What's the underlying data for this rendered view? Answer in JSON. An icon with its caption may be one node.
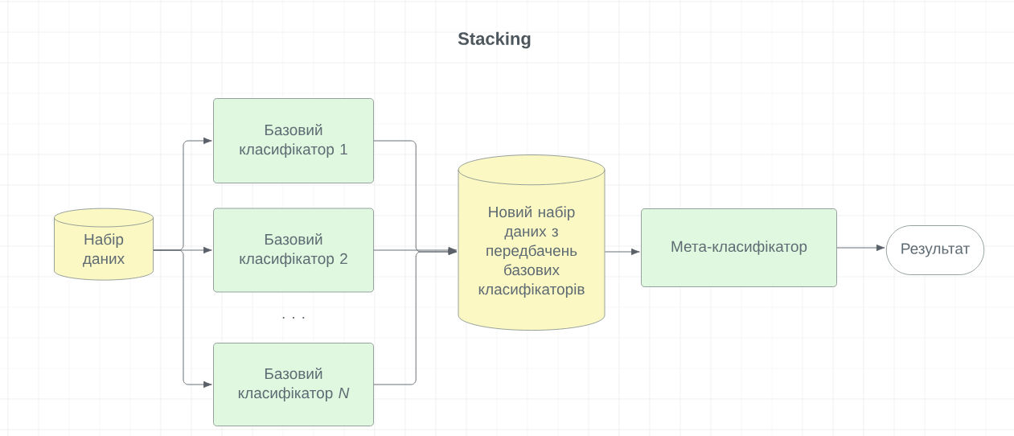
{
  "diagram": {
    "title": "Stacking",
    "nodes": [
      {
        "text": [
          "Набір даних"
        ]
      },
      {
        "text": [
          "Базовий класифікатор 1"
        ]
      },
      {
        "text": [
          "Базовий класифікатор 2"
        ]
      },
      {
        "text": [
          "Базовий класифікатор *N*"
        ]
      },
      {
        "text": [
          "Новий набір даних з передбачень базових класифікаторів"
        ]
      },
      {
        "text": [
          "Мета-класифікатор"
        ]
      },
      {
        "text": [
          "Результат"
        ]
      }
    ],
    "edges": [
      {
        "from": 0,
        "to": 1,
        "arrow": "to"
      },
      {
        "from": 0,
        "to": 2,
        "arrow": "to"
      },
      {
        "from": 0,
        "to": 3,
        "arrow": "to"
      },
      {
        "from": 1,
        "to": 4,
        "arrow": "to"
      },
      {
        "from": 2,
        "to": 4,
        "arrow": "to"
      },
      {
        "from": 3,
        "to": 4,
        "arrow": "to"
      },
      {
        "from": 4,
        "to": 5,
        "arrow": "to"
      },
      {
        "from": 5,
        "to": 6,
        "arrow": "to"
      }
    ],
    "labels": [
      ". . ."
    ]
  }
}
